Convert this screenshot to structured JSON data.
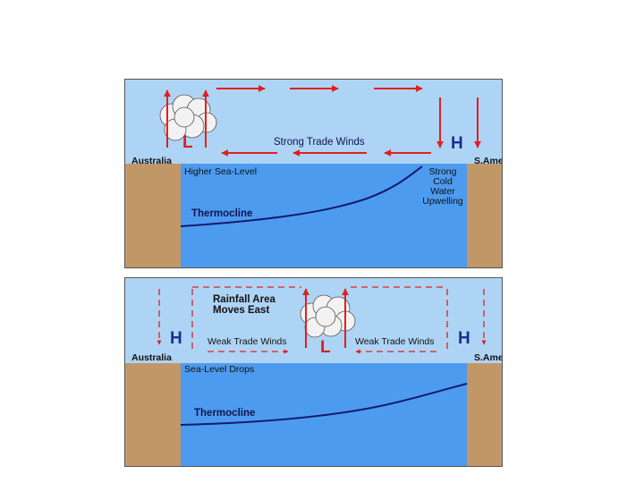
{
  "top_panel": {
    "left_land": "Australia",
    "right_land": "S.America",
    "winds_label": "Strong Trade Winds",
    "sea_level_label": "Higher Sea-Level",
    "thermocline_label": "Thermocline",
    "upwelling_lines": [
      "Strong",
      "Cold",
      "Water",
      "Upwelling"
    ],
    "low_pressure": "L",
    "high_pressure": "H"
  },
  "bottom_panel": {
    "left_land": "Australia",
    "right_land": "S.America",
    "rainfall_lines": [
      "Rainfall Area",
      "Moves East"
    ],
    "weak_winds_left": "Weak Trade Winds",
    "weak_winds_right": "Weak Trade Winds",
    "sea_level_label": "Sea-Level Drops",
    "thermocline_label": "Thermocline",
    "low_pressure": "L",
    "high_pressure_left": "H",
    "high_pressure_right": "H"
  },
  "colors": {
    "sky": "#aed4f5",
    "ocean": "#4d9bef",
    "land": "#c29768",
    "wind_arrow": "#e0201e",
    "thermocline": "#131a6e",
    "cloud_fill": "#f2f2f2",
    "low_pressure": "#e11b1b",
    "high_pressure": "#1d2d8e"
  },
  "icons": [
    "cloud-icon",
    "wind-arrow-icon",
    "dashed-wind-arrow-icon"
  ]
}
